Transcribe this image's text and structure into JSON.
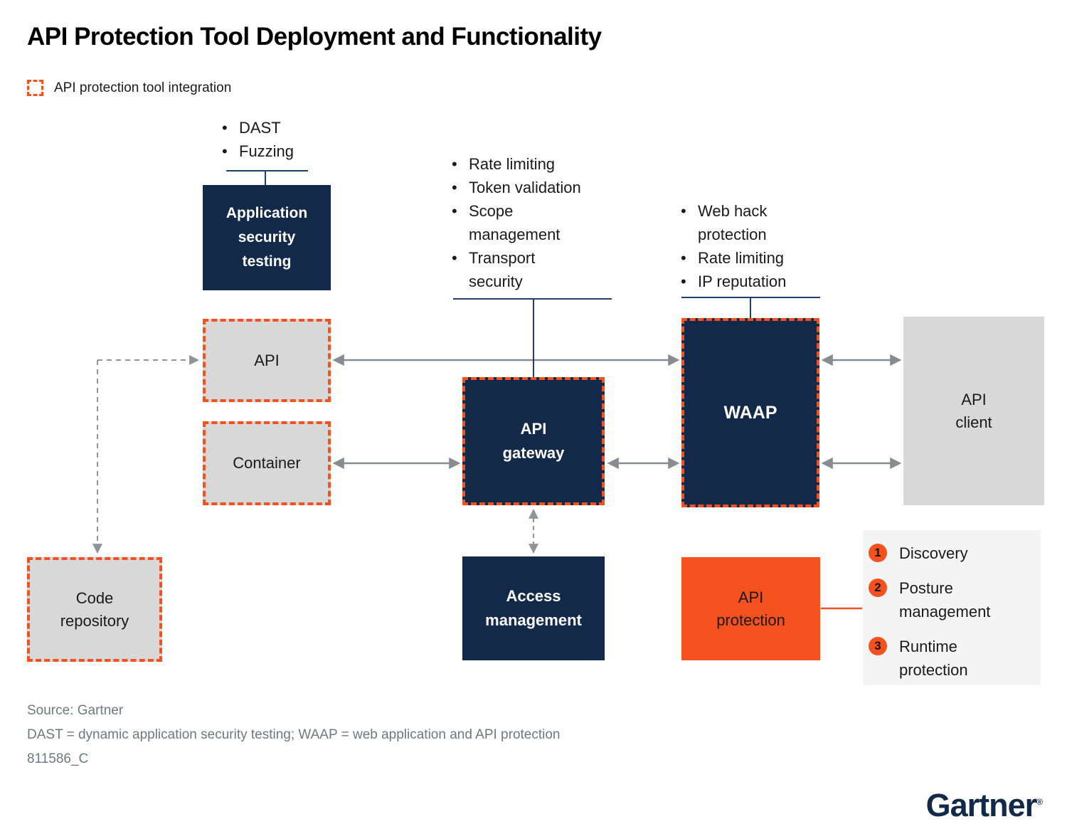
{
  "title": "API Protection Tool Deployment and Functionality",
  "legend_top": {
    "label": "API protection tool integration"
  },
  "bullet_groups": {
    "ast": {
      "items": [
        "DAST",
        "Fuzzing"
      ]
    },
    "gateway": {
      "items": [
        "Rate limiting",
        "Token validation",
        "Scope management",
        "Transport security"
      ]
    },
    "waap": {
      "items": [
        "Web hack protection",
        "Rate limiting",
        "IP reputation"
      ]
    }
  },
  "boxes": {
    "application_security_testing": {
      "label": "Application security testing"
    },
    "api": {
      "label": "API"
    },
    "container": {
      "label": "Container"
    },
    "code_repository": {
      "label": "Code repository"
    },
    "api_gateway": {
      "label": "API gateway"
    },
    "access_management": {
      "label": "Access management"
    },
    "waap": {
      "label": "WAAP"
    },
    "api_protection": {
      "label": "API protection"
    },
    "api_client": {
      "label": "API client"
    }
  },
  "numbered_legend": {
    "items": [
      {
        "num": "1",
        "label": "Discovery"
      },
      {
        "num": "2",
        "label": "Posture management"
      },
      {
        "num": "3",
        "label": "Runtime protection"
      }
    ]
  },
  "footer": {
    "source": "Source: Gartner",
    "note": "DAST = dynamic application security testing; WAAP = web application and API protection",
    "figure_id": "811586_C"
  },
  "brand": {
    "logo": "Gartner",
    "reg": "®"
  },
  "colors": {
    "navy": "#12294A",
    "orange": "#F4511E",
    "box_gray": "#D8D8D8",
    "panel_gray": "#F4F4F4",
    "arrow_gray": "#878C90",
    "footnote_gray": "#6E797E"
  },
  "bullet_char": "•"
}
